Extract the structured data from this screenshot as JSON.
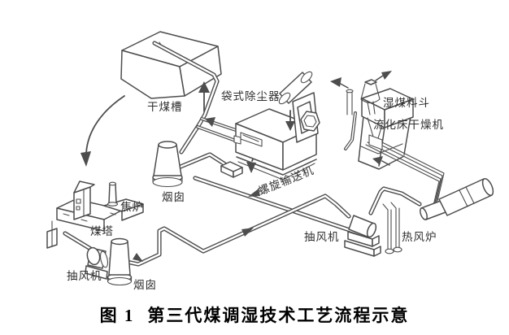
{
  "figure": {
    "caption": {
      "figure_no": "图 1",
      "title": "第三代煤调湿技术工艺流程示意"
    }
  },
  "diagram": {
    "type": "process-flow-diagram",
    "subject": "第三代煤调湿技术(CMC)工艺流程",
    "style": "isometric line drawing",
    "line_color": "#4d4d4d",
    "background": "#ffffff",
    "labels": [
      {
        "id": "dry-coal-tank",
        "text": "干煤槽"
      },
      {
        "id": "bag-dust-collector",
        "text": "袋式除尘器"
      },
      {
        "id": "wet-coal-hopper",
        "text": "湿煤料斗"
      },
      {
        "id": "fluidized-bed-dryer",
        "text": "流化床干燥机"
      },
      {
        "id": "screw-conveyor",
        "text": "螺旋输送机"
      },
      {
        "id": "coke-oven",
        "text": "焦炉"
      },
      {
        "id": "chimney-middle",
        "text": "烟囱"
      },
      {
        "id": "coal-tower",
        "text": "煤塔"
      },
      {
        "id": "exhaust-fan-left",
        "text": "抽风机"
      },
      {
        "id": "chimney-bottom",
        "text": "烟囱"
      },
      {
        "id": "exhaust-fan-middle",
        "text": "抽风机"
      },
      {
        "id": "hot-blast-stove",
        "text": "热风炉"
      }
    ]
  }
}
